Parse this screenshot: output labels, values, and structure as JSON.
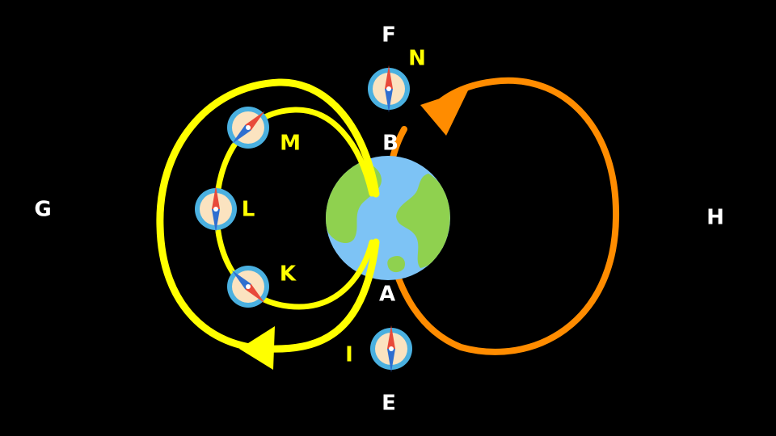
{
  "background_color": "#000000",
  "colors": {
    "white_label": "#ffffff",
    "yellow": "#ffff00",
    "orange": "#ff8c00",
    "earth_ocean": "#7dc3f5",
    "earth_land": "#8fd14f",
    "compass_ring": "#4ab0e0",
    "compass_face": "#fbe3c0",
    "needle_north": "#e84a3a",
    "needle_south": "#2f6fd0"
  },
  "labels": {
    "A": "A",
    "B": "B",
    "E": "E",
    "F": "F",
    "G": "G",
    "H": "H",
    "I": "I",
    "K": "K",
    "L": "L",
    "M": "M",
    "N": "N"
  },
  "icons": {
    "earth": "earth-globe-icon",
    "compass": "compass-icon",
    "arrowhead": "arrowhead-icon"
  },
  "compasses": [
    {
      "id": "N",
      "needle_deg": 0
    },
    {
      "id": "M",
      "needle_deg": 45
    },
    {
      "id": "L",
      "needle_deg": 0
    },
    {
      "id": "K",
      "needle_deg": 135
    },
    {
      "id": "I",
      "needle_deg": 0
    }
  ]
}
